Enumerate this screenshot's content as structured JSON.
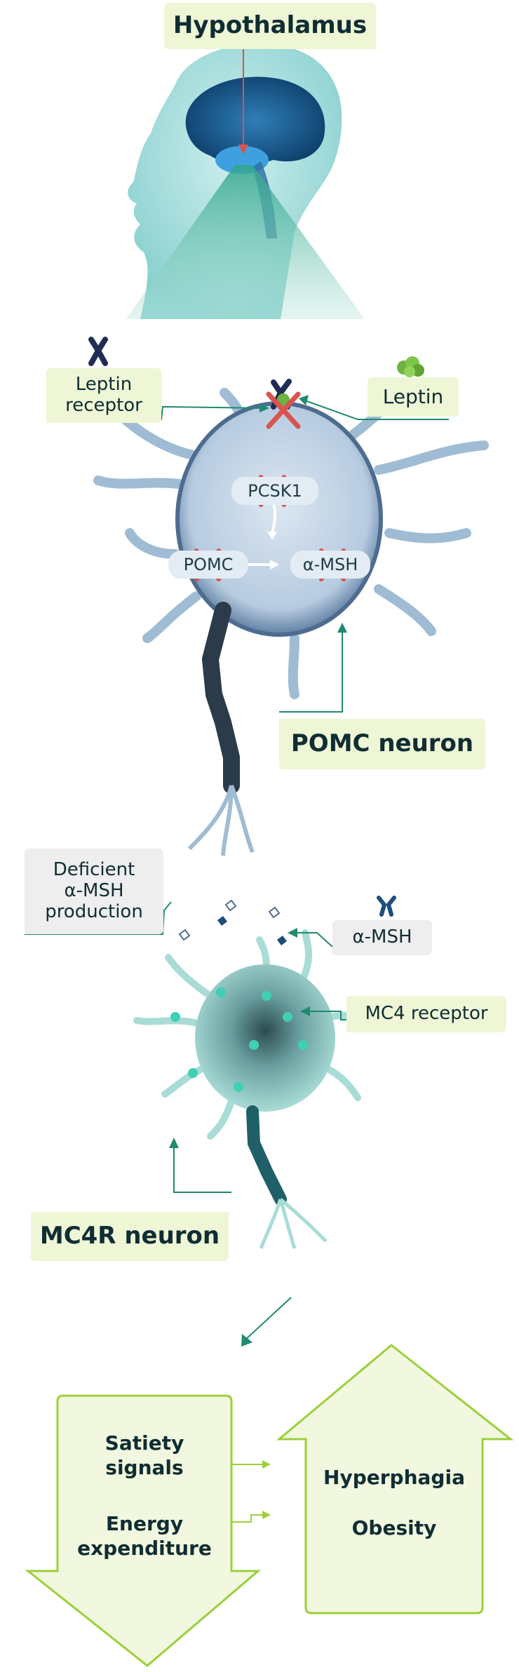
{
  "hypothalamus": {
    "label": "Hypothalamus"
  },
  "leptin_receptor": {
    "label": "Leptin\nreceptor"
  },
  "leptin": {
    "label": "Leptin"
  },
  "pcsk1": {
    "label": "PCSK1"
  },
  "pomc": {
    "label": "POMC"
  },
  "amsh_inner": {
    "label": "α-MSH"
  },
  "pomc_neuron": {
    "label": "POMC neuron"
  },
  "deficient": {
    "label": "Deficient\nα-MSH\nproduction"
  },
  "amsh_outer": {
    "label": "α-MSH"
  },
  "mc4_receptor": {
    "label": "MC4 receptor"
  },
  "mc4r_neuron": {
    "label": "MC4R neuron"
  },
  "down_arrow": {
    "line1": "Satiety\nsignals",
    "line2": "Energy\nexpenditure"
  },
  "up_arrow": {
    "line1": "Hyperphagia",
    "line2": "Obesity"
  },
  "colors": {
    "label_bg": "#eef6d6",
    "connector": "#1f8a70",
    "red_line": "#d9534f",
    "arrow_outline": "#9ccf3a",
    "cell_blue": "#8fb2cc",
    "cell_teal": "#7fc9c2"
  }
}
